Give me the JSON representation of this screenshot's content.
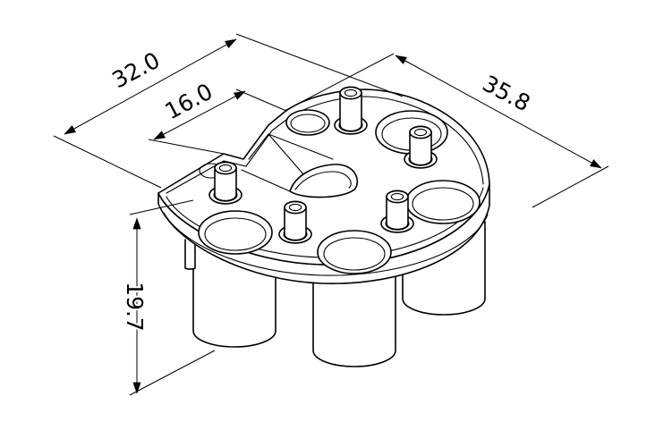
{
  "drawing": {
    "dimensions": {
      "width": "32.0",
      "half_width": "16.0",
      "depth": "35.8",
      "height": "19.7"
    },
    "line_color": "#000000",
    "background_color": "#ffffff"
  }
}
